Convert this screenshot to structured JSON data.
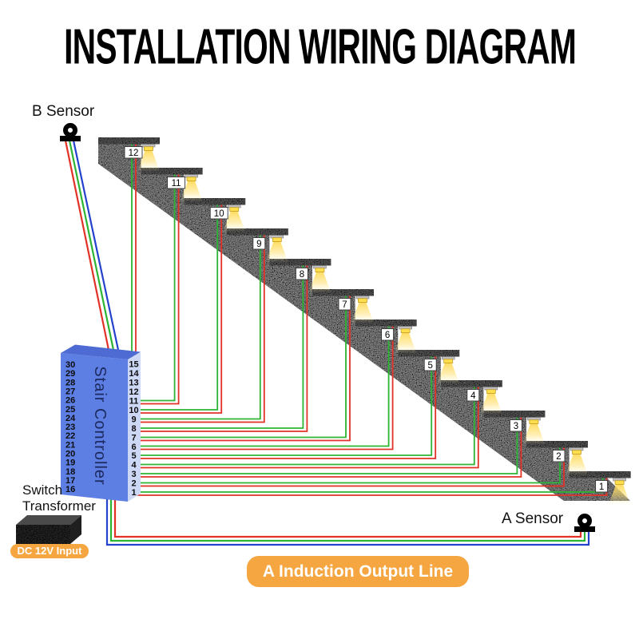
{
  "title": "INSTALLATION WIRING DIAGRAM",
  "sensor_b": {
    "label": "B Sensor"
  },
  "sensor_a": {
    "label": "A Sensor"
  },
  "controller": {
    "name": "Stair Controller",
    "left_pins": [
      "30",
      "29",
      "28",
      "27",
      "26",
      "25",
      "24",
      "23",
      "22",
      "21",
      "20",
      "19",
      "18",
      "17",
      "16"
    ],
    "right_pins": [
      "15",
      "14",
      "13",
      "12",
      "11",
      "10",
      "9",
      "8",
      "7",
      "6",
      "5",
      "4",
      "3",
      "2",
      "1"
    ]
  },
  "steps": [
    "12",
    "11",
    "10",
    "9",
    "8",
    "7",
    "6",
    "5",
    "4",
    "3",
    "2",
    "1"
  ],
  "transformer": {
    "label": "Switch Transformer",
    "input_label": "DC 12V Input"
  },
  "output_label": "A Induction Output Line",
  "colors": {
    "wire_red": "#e23227",
    "wire_green": "#2cb434",
    "wire_blue": "#2342cd",
    "accent_orange": "#f6a640",
    "controller_front": "#5d7ee2",
    "controller_side": "#cdd7f6",
    "controller_top": "#4d6bd2",
    "controller_text": "#1c2a5e",
    "tread_gray": "#6a6a6a",
    "stair_gray": "#a2a2a2",
    "glow_yellow": "#ffd84e",
    "sensor_black": "#000000"
  }
}
